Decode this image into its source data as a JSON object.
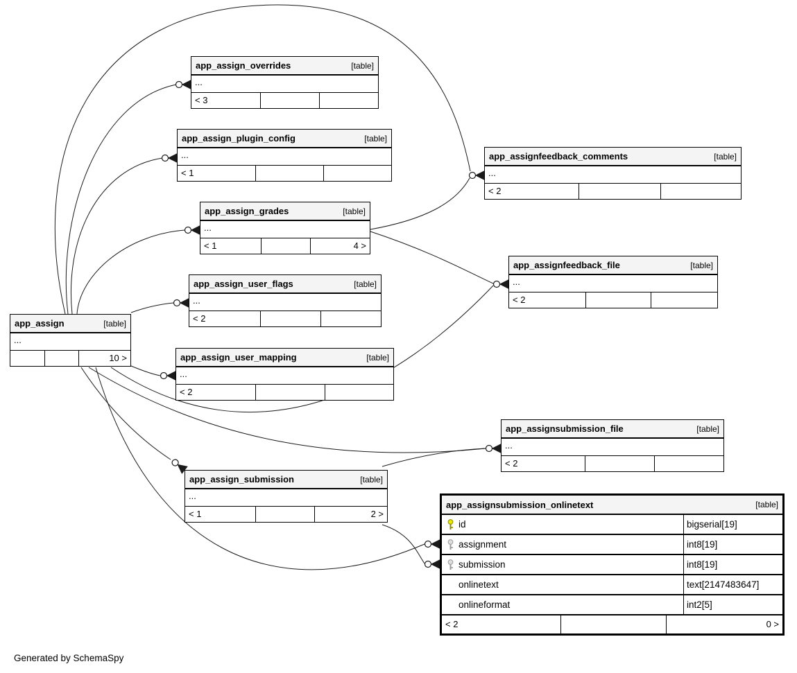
{
  "footer_note": "Generated by SchemaSpy",
  "colors": {
    "header_bg": "#f4f4f4",
    "border": "#000000",
    "primary_key": "#e8e800",
    "foreign_key": "#cccccc"
  },
  "tables": [
    {
      "id": "app_assign_overrides",
      "name": "app_assign_overrides",
      "badge": "[table]",
      "body": "...",
      "footer_left": "< 3",
      "footer_right": ""
    },
    {
      "id": "app_assign_plugin_config",
      "name": "app_assign_plugin_config",
      "badge": "[table]",
      "body": "...",
      "footer_left": "< 1",
      "footer_right": ""
    },
    {
      "id": "app_assign_grades",
      "name": "app_assign_grades",
      "badge": "[table]",
      "body": "...",
      "footer_left": "< 1",
      "footer_right": "4 >"
    },
    {
      "id": "app_assign_user_flags",
      "name": "app_assign_user_flags",
      "badge": "[table]",
      "body": "...",
      "footer_left": "< 2",
      "footer_right": ""
    },
    {
      "id": "app_assign",
      "name": "app_assign",
      "badge": "[table]",
      "body": "...",
      "footer_left": "",
      "footer_right": "10 >"
    },
    {
      "id": "app_assign_user_mapping",
      "name": "app_assign_user_mapping",
      "badge": "[table]",
      "body": "...",
      "footer_left": "< 2",
      "footer_right": ""
    },
    {
      "id": "app_assignfeedback_comments",
      "name": "app_assignfeedback_comments",
      "badge": "[table]",
      "body": "...",
      "footer_left": "< 2",
      "footer_right": ""
    },
    {
      "id": "app_assignfeedback_file",
      "name": "app_assignfeedback_file",
      "badge": "[table]",
      "body": "...",
      "footer_left": "< 2",
      "footer_right": ""
    },
    {
      "id": "app_assignsubmission_file",
      "name": "app_assignsubmission_file",
      "badge": "[table]",
      "body": "...",
      "footer_left": "< 2",
      "footer_right": ""
    },
    {
      "id": "app_assign_submission",
      "name": "app_assign_submission",
      "badge": "[table]",
      "body": "...",
      "footer_left": "< 1",
      "footer_right": "2 >"
    },
    {
      "id": "app_assignsubmission_onlinetext",
      "name": "app_assignsubmission_onlinetext",
      "badge": "[table]",
      "columns": [
        {
          "key": "primary",
          "name": "id",
          "type": "bigserial[19]"
        },
        {
          "key": "foreign",
          "name": "assignment",
          "type": "int8[19]"
        },
        {
          "key": "foreign",
          "name": "submission",
          "type": "int8[19]"
        },
        {
          "key": "none",
          "name": "onlinetext",
          "type": "text[2147483647]"
        },
        {
          "key": "none",
          "name": "onlineformat",
          "type": "int2[5]"
        }
      ],
      "footer_left": "< 2",
      "footer_right": "0 >"
    }
  ],
  "relationships": [
    {
      "from": "app_assign",
      "to": "app_assign_overrides"
    },
    {
      "from": "app_assign",
      "to": "app_assign_plugin_config"
    },
    {
      "from": "app_assign",
      "to": "app_assign_grades"
    },
    {
      "from": "app_assign",
      "to": "app_assign_user_flags"
    },
    {
      "from": "app_assign",
      "to": "app_assign_user_mapping"
    },
    {
      "from": "app_assign",
      "to": "app_assignfeedback_comments"
    },
    {
      "from": "app_assign",
      "to": "app_assignfeedback_file"
    },
    {
      "from": "app_assign",
      "to": "app_assign_submission"
    },
    {
      "from": "app_assign",
      "to": "app_assignsubmission_file"
    },
    {
      "from": "app_assign",
      "to": "app_assignsubmission_onlinetext.assignment"
    },
    {
      "from": "app_assign_grades",
      "to": "app_assignfeedback_comments"
    },
    {
      "from": "app_assign_grades",
      "to": "app_assignfeedback_file"
    },
    {
      "from": "app_assign_submission",
      "to": "app_assignsubmission_file"
    },
    {
      "from": "app_assign_submission",
      "to": "app_assignsubmission_onlinetext.submission"
    }
  ]
}
